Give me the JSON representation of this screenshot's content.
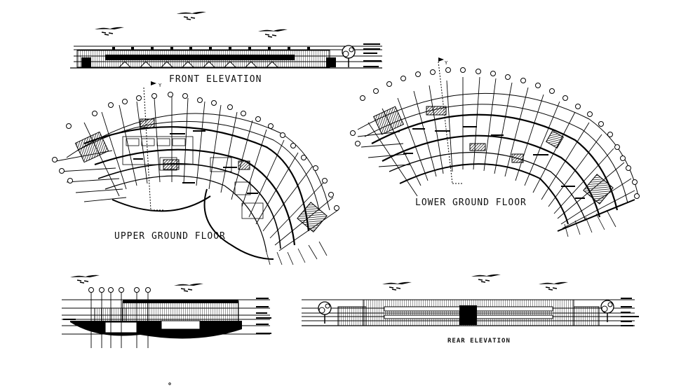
{
  "drawing": {
    "type": "architectural-cad-sheet",
    "background": "#ffffff",
    "ink_color": "#000000",
    "views": {
      "front_elevation": {
        "title": "FRONT ELEVATION"
      },
      "upper_ground_floor": {
        "title": "UPPER GROUND FLOOR",
        "axis_label": "Y",
        "grid_bubble_count": 24
      },
      "lower_ground_floor": {
        "title": "LOWER GROUND FLOOR",
        "axis_label": "Y",
        "grid_bubble_count": 26
      },
      "section": {
        "title": "",
        "grid_bubble_count": 6
      },
      "rear_elevation": {
        "title": "REAR ELEVATION"
      }
    }
  }
}
